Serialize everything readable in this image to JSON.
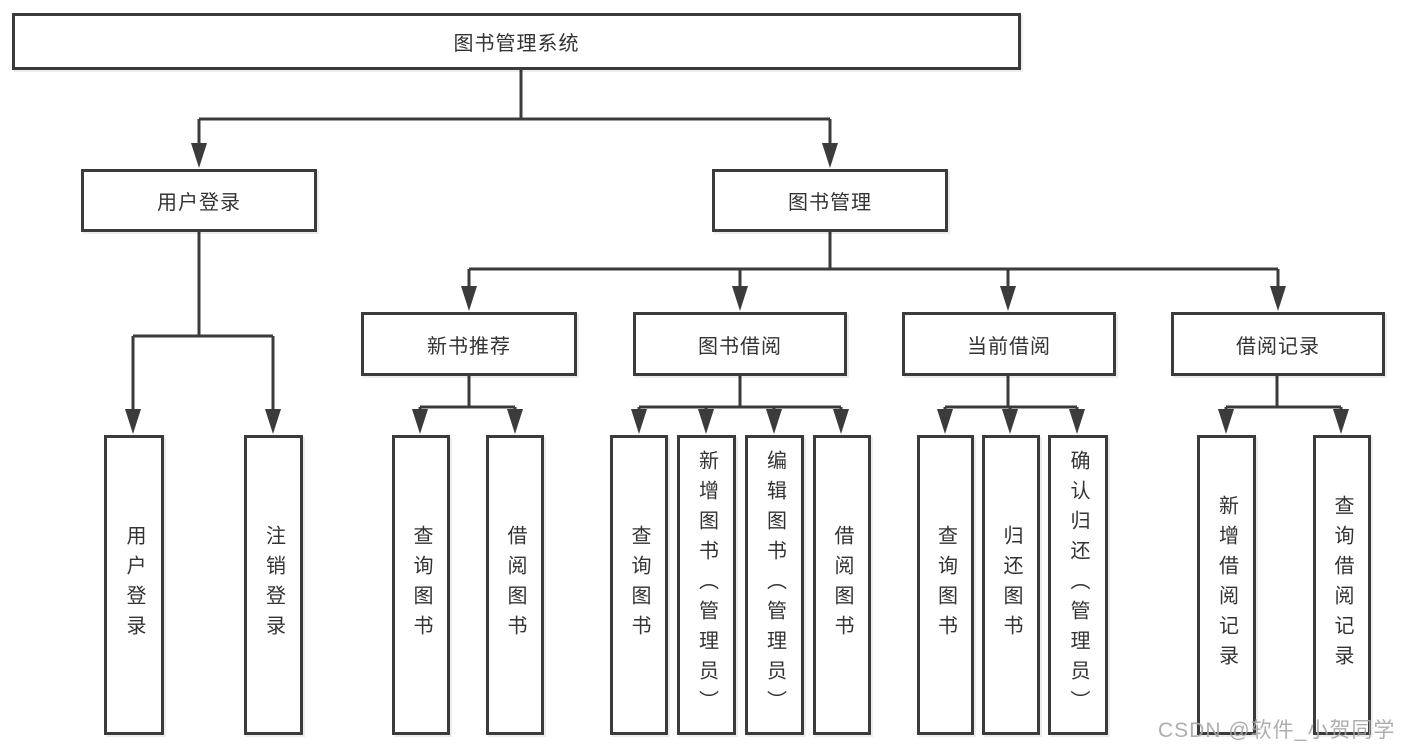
{
  "tree": {
    "label": "图书管理系统",
    "children": [
      {
        "label": "用户登录",
        "children": [
          {
            "label": "用户登录"
          },
          {
            "label": "注销登录"
          }
        ]
      },
      {
        "label": "图书管理",
        "children": [
          {
            "label": "新书推荐",
            "children": [
              {
                "label": "查询图书"
              },
              {
                "label": "借阅图书"
              }
            ]
          },
          {
            "label": "图书借阅",
            "children": [
              {
                "label": "查询图书"
              },
              {
                "label": "新增图书（管理员）"
              },
              {
                "label": "编辑图书（管理员）"
              },
              {
                "label": "借阅图书"
              }
            ]
          },
          {
            "label": "当前借阅",
            "children": [
              {
                "label": "查询图书"
              },
              {
                "label": "归还图书"
              },
              {
                "label": "确认归还（管理员）"
              }
            ]
          },
          {
            "label": "借阅记录",
            "children": [
              {
                "label": "新增借阅记录"
              },
              {
                "label": "查询借阅记录"
              }
            ]
          }
        ]
      }
    ]
  },
  "watermark": {
    "text": "CSDN @软件_小贺同学"
  },
  "colors": {
    "border": "#3b3b3b",
    "line": "#3b3b3b",
    "text": "#333333",
    "background": "#ffffff",
    "watermark": "#a6a6a6"
  }
}
